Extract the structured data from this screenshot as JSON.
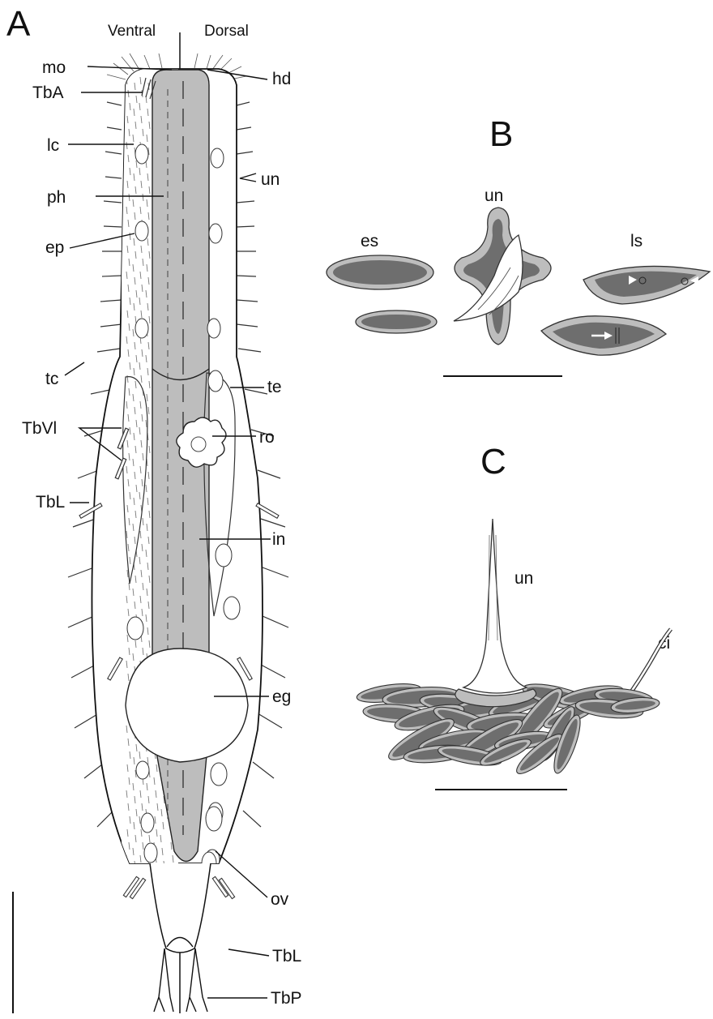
{
  "panels": {
    "a": "A",
    "b": "B",
    "c": "C"
  },
  "orientation": {
    "ventral": "Ventral",
    "dorsal": "Dorsal"
  },
  "labels": {
    "mo": "mo",
    "hd": "hd",
    "tba": "TbA",
    "lc": "lc",
    "un": "un",
    "ph": "ph",
    "ep": "ep",
    "tc": "tc",
    "te": "te",
    "tbvl": "TbVl",
    "ro": "ro",
    "tbl": "TbL",
    "in": "in",
    "eg": "eg",
    "ov": "ov",
    "tbl2": "TbL",
    "tbp": "TbP",
    "es": "es",
    "un_b": "un",
    "ls": "ls",
    "un_c": "un",
    "ci": "ci"
  },
  "colors": {
    "tissue_gray": "#bdbdbd",
    "dark_fill": "#6e6e6e",
    "line": "#111111",
    "body": "#ffffff"
  },
  "icons": [
    "scale-bar",
    "arrowhead-marker",
    "arrow-marker"
  ]
}
